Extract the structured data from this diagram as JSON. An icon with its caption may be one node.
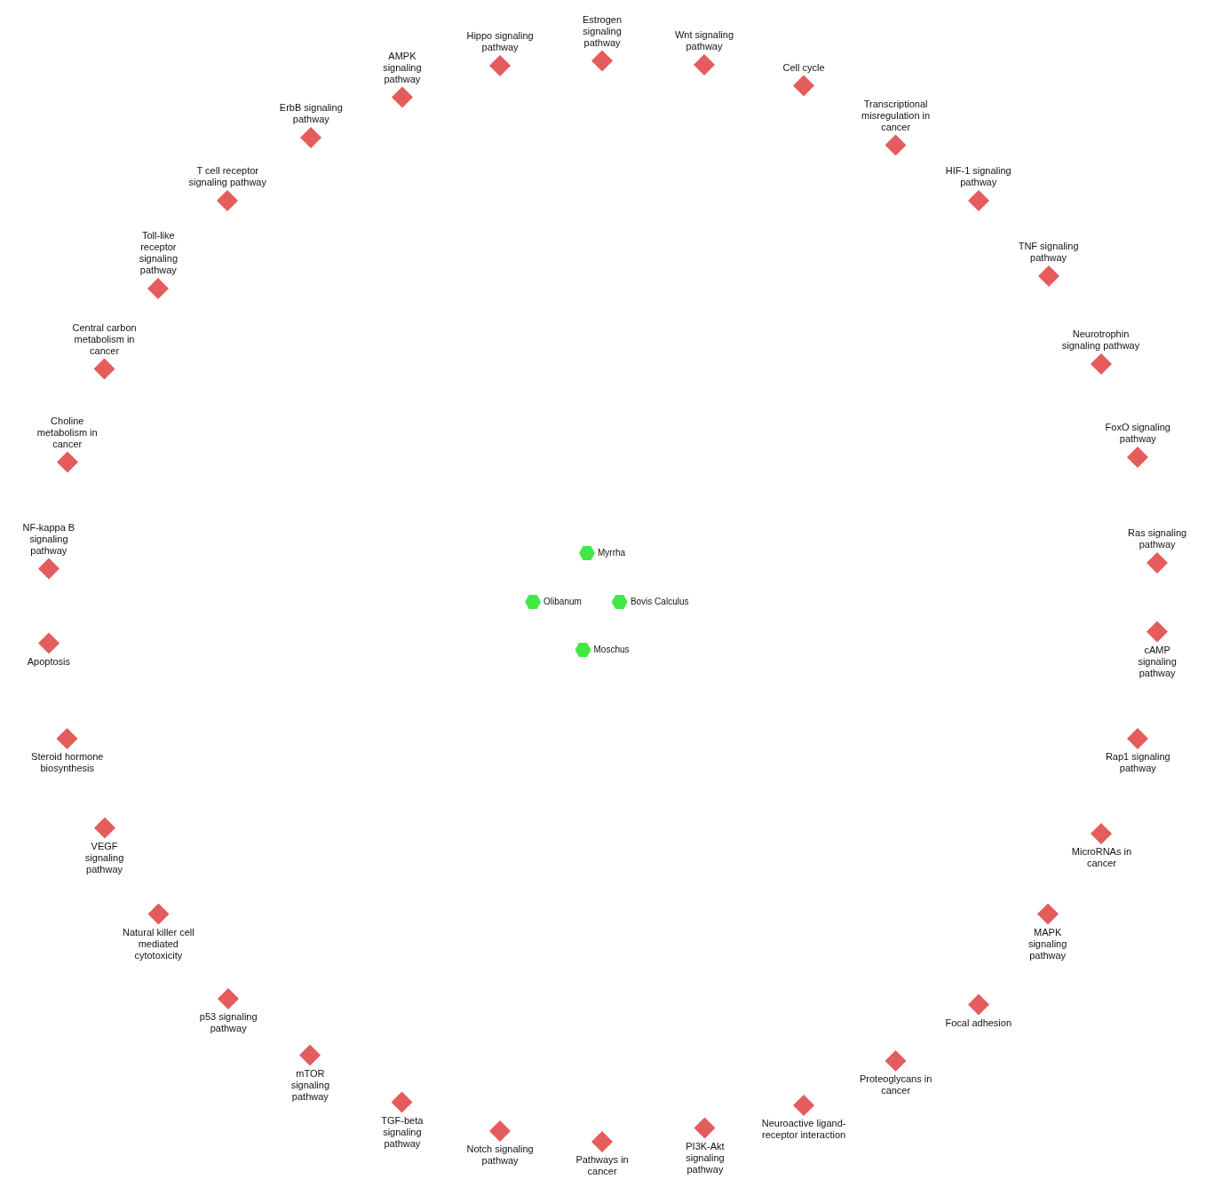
{
  "diagram": {
    "nodes": [
      {
        "text": [
          "Estrogen signaling pathway"
        ]
      },
      {
        "text": [
          "Hippo signaling pathway"
        ]
      },
      {
        "text": [
          "Wnt signaling pathway"
        ]
      },
      {
        "text": [
          "AMPK signaling pathway"
        ]
      },
      {
        "text": [
          "Cell cycle"
        ]
      },
      {
        "text": [
          "ErbB signaling pathway"
        ]
      },
      {
        "text": [
          "Transcriptional misregulation in cancer"
        ]
      },
      {
        "text": [
          "T cell receptor signaling pathway"
        ]
      },
      {
        "text": [
          "HIF-1 signaling pathway"
        ]
      },
      {
        "text": [
          "Toll-like receptor signaling pathway"
        ]
      },
      {
        "text": [
          "TNF signaling pathway"
        ]
      },
      {
        "text": [
          "Central carbon metabolism in cancer"
        ]
      },
      {
        "text": [
          "Neurotrophin signaling pathway"
        ]
      },
      {
        "text": [
          "Choline metabolism in cancer"
        ]
      },
      {
        "text": [
          "FoxO signaling pathway"
        ]
      },
      {
        "text": [
          "NF-kappa B signaling pathway"
        ]
      },
      {
        "text": [
          "Myrrha"
        ]
      },
      {
        "text": [
          "Ras signaling pathway"
        ]
      },
      {
        "text": [
          "Olibanum"
        ]
      },
      {
        "text": [
          "Bovis Calculus"
        ]
      },
      {
        "text": [
          "Apoptosis"
        ]
      },
      {
        "text": [
          "Moschus"
        ]
      },
      {
        "text": [
          "cAMP signaling pathway"
        ]
      },
      {
        "text": [
          "Steroid hormone biosynthesis"
        ]
      },
      {
        "text": [
          "Rap1 signaling pathway"
        ]
      },
      {
        "text": [
          "VEGF signaling pathway"
        ]
      },
      {
        "text": [
          "MicroRNAs in cancer"
        ]
      },
      {
        "text": [
          "Natural killer cell mediated cytotoxicity"
        ]
      },
      {
        "text": [
          "MAPK signaling pathway"
        ]
      },
      {
        "text": [
          "p53 signaling pathway"
        ]
      },
      {
        "text": [
          "Focal adhesion"
        ]
      },
      {
        "text": [
          "mTOR signaling pathway"
        ]
      },
      {
        "text": [
          "Proteoglycans in cancer"
        ]
      },
      {
        "text": [
          "TGF-beta signaling pathway"
        ]
      },
      {
        "text": [
          "Neuroactive ligand-receptor interaction"
        ]
      },
      {
        "text": [
          "Notch signaling pathway"
        ]
      },
      {
        "text": [
          "Pathways in cancer"
        ]
      },
      {
        "text": [
          "PI3K-Akt signaling pathway"
        ]
      }
    ]
  }
}
